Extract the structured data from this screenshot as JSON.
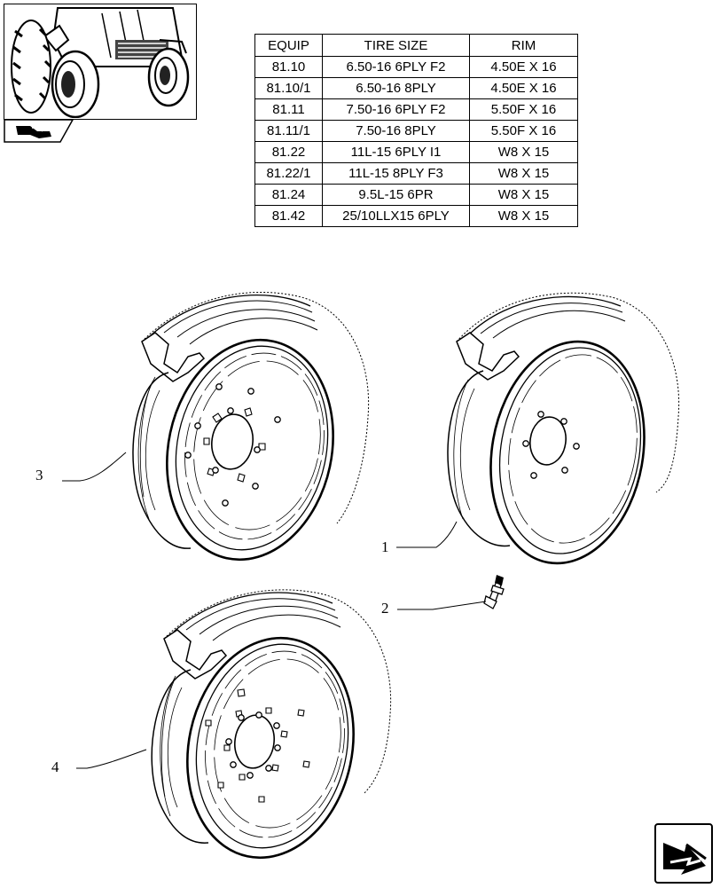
{
  "table": {
    "headers": [
      "EQUIP",
      "TIRE SIZE",
      "RIM"
    ],
    "rows": [
      [
        "81.10",
        "6.50-16 6PLY F2",
        "4.50E X 16"
      ],
      [
        "81.10/1",
        "6.50-16 8PLY",
        "4.50E X 16"
      ],
      [
        "81.11",
        "7.50-16 6PLY F2",
        "5.50F X 16"
      ],
      [
        "81.11/1",
        "7.50-16 8PLY",
        "5.50F X 16"
      ],
      [
        "81.22",
        "11L-15 6PLY I1",
        "W8 X 15"
      ],
      [
        "81.22/1",
        "11L-15 8PLY F3",
        "W8 X 15"
      ],
      [
        "81.24",
        "9.5L-15 6PR",
        "W8 X 15"
      ],
      [
        "81.42",
        "25/10LLX15 6PLY",
        "W8 X 15"
      ]
    ]
  },
  "callouts": [
    "1",
    "2",
    "3",
    "4"
  ],
  "icons": {
    "thumbnail": "tractor-front-icon",
    "book": "book-icon",
    "nav": "next-page-arrow-icon"
  }
}
